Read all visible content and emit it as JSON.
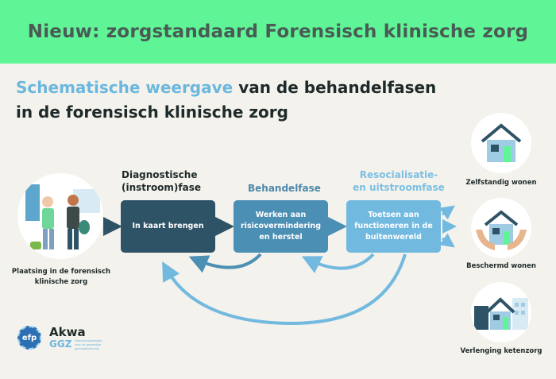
{
  "banner": {
    "title": "Nieuw: zorgstandaard Forensisch klinische zorg"
  },
  "heading": {
    "highlight": "Schematische weergave",
    "rest_line1": " van de behandelfasen",
    "line2": "in de forensisch klinische zorg"
  },
  "phases": [
    {
      "label_line1": "Diagnostische",
      "label_line2": "(instroom)fase",
      "box_text": "In kaart brengen"
    },
    {
      "label_line1": "Behandelfase",
      "label_line2": "",
      "box_text": "Werken aan risicovermindering en herstel"
    },
    {
      "label_line1": "Resocialisatie-",
      "label_line2": "en uitstroomfase",
      "box_text": "Toetsen aan functioneren in de buitenwereld"
    }
  ],
  "start": {
    "caption": "Plaatsing in de forensisch klinische zorg"
  },
  "outcomes": [
    {
      "caption": "Zelfstandig wonen",
      "icon": "house-icon"
    },
    {
      "caption": "Beschermd wonen",
      "icon": "house-in-hands-icon"
    },
    {
      "caption": "Verlenging ketenzorg",
      "icon": "buildings-icon"
    }
  ],
  "logos": {
    "efp": "efp",
    "akwa": "Akwa",
    "ggz": "GGZ",
    "ggz_sub": "Brancheorganisatie voor de geestelijke gezondheidszorg"
  },
  "colors": {
    "banner": "#5ff597",
    "dark": "#2f5366",
    "mid": "#4c8fb5",
    "light": "#72b9e0",
    "highlight": "#6cb7de"
  }
}
